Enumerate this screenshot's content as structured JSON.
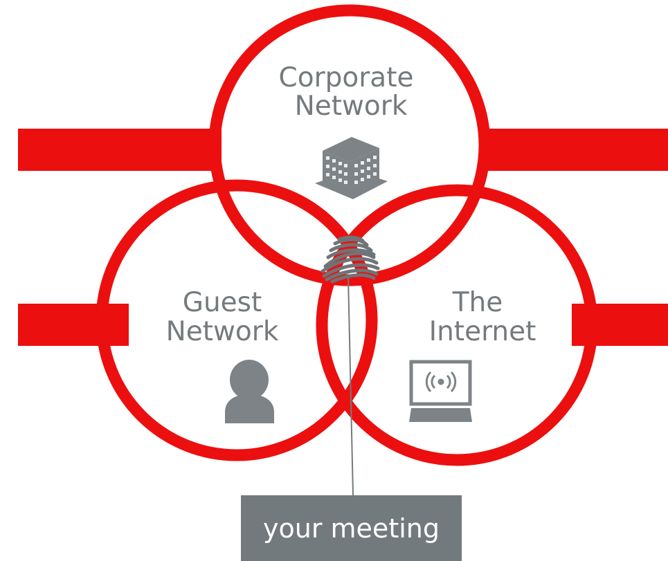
{
  "colors": {
    "ring": "#ec0f0f",
    "icon": "#7d8387",
    "text": "#757a7d",
    "callout_bg": "#737a7d",
    "callout_text": "#ffffff"
  },
  "circles": {
    "corporate": {
      "line1": "Corporate",
      "line2": "Network",
      "icon": "office-building-icon"
    },
    "guest": {
      "line1": "Guest",
      "line2": "Network",
      "icon": "person-icon"
    },
    "internet": {
      "line1": "The",
      "line2": "Internet",
      "icon": "wireless-computer-icon"
    }
  },
  "callout": {
    "label": "your meeting"
  }
}
